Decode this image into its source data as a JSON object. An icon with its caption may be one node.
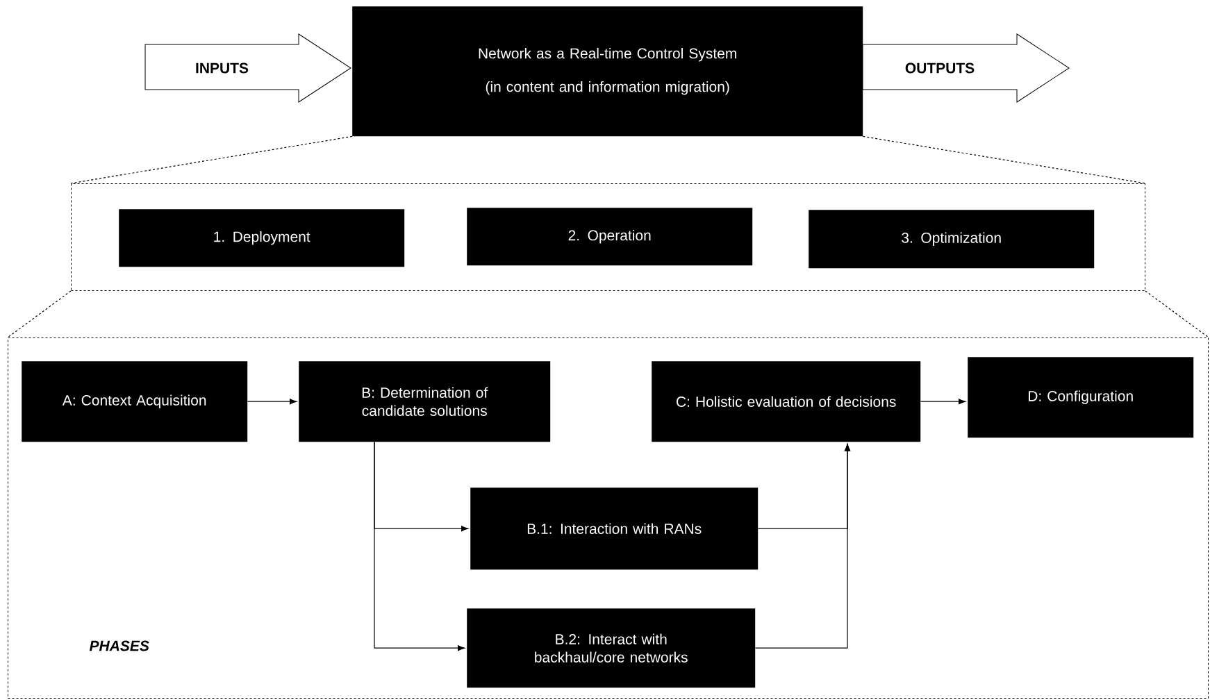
{
  "diagram": {
    "nodes": [
      {
        "text": [
          "INPUTS"
        ]
      },
      {
        "text": [
          "Network as a Real-time Control System",
          "(in content and information migration)"
        ]
      },
      {
        "text": [
          "OUTPUTS"
        ]
      },
      {
        "text": [],
        "shape": "box"
      },
      {
        "text": [
          "1. Deployment"
        ],
        "in": 3
      },
      {
        "text": [
          "2. Operation"
        ],
        "in": 3
      },
      {
        "text": [
          "3. Optimization"
        ],
        "in": 3
      },
      {
        "text": [
          "PHASES"
        ]
      },
      {
        "text": [
          "A: Context Acquisition"
        ],
        "in": 7
      },
      {
        "text": [
          "B: Determination of candidate solutions"
        ],
        "in": 7
      },
      {
        "text": [
          "C: Holistic evaluation of decisions"
        ],
        "in": 7
      },
      {
        "text": [
          "D: Configuration"
        ],
        "in": 7
      },
      {
        "text": [
          "B.1: Interaction with RANs"
        ],
        "in": 7
      },
      {
        "text": [
          "B.2: Interact with backhaul/core networks"
        ],
        "in": 7
      }
    ],
    "edges": [
      {
        "from": 1,
        "to": 3,
        "arrow": "none",
        "style": "dashed"
      },
      {
        "from": 1,
        "to": 3,
        "arrow": "none",
        "style": "dashed"
      },
      {
        "from": 3,
        "to": 7,
        "arrow": "none",
        "style": "dashed"
      },
      {
        "from": 3,
        "to": 7,
        "arrow": "none",
        "style": "dashed"
      },
      {
        "from": 8,
        "to": 9,
        "arrow": "to"
      },
      {
        "from": 10,
        "to": 11,
        "arrow": "to"
      },
      {
        "from": 9,
        "to": 12,
        "arrow": "to"
      },
      {
        "from": 9,
        "to": 13,
        "arrow": "to"
      },
      {
        "from": 12,
        "to": 10,
        "arrow": "to"
      },
      {
        "from": 13,
        "to": 10,
        "arrow": "to"
      }
    ]
  }
}
